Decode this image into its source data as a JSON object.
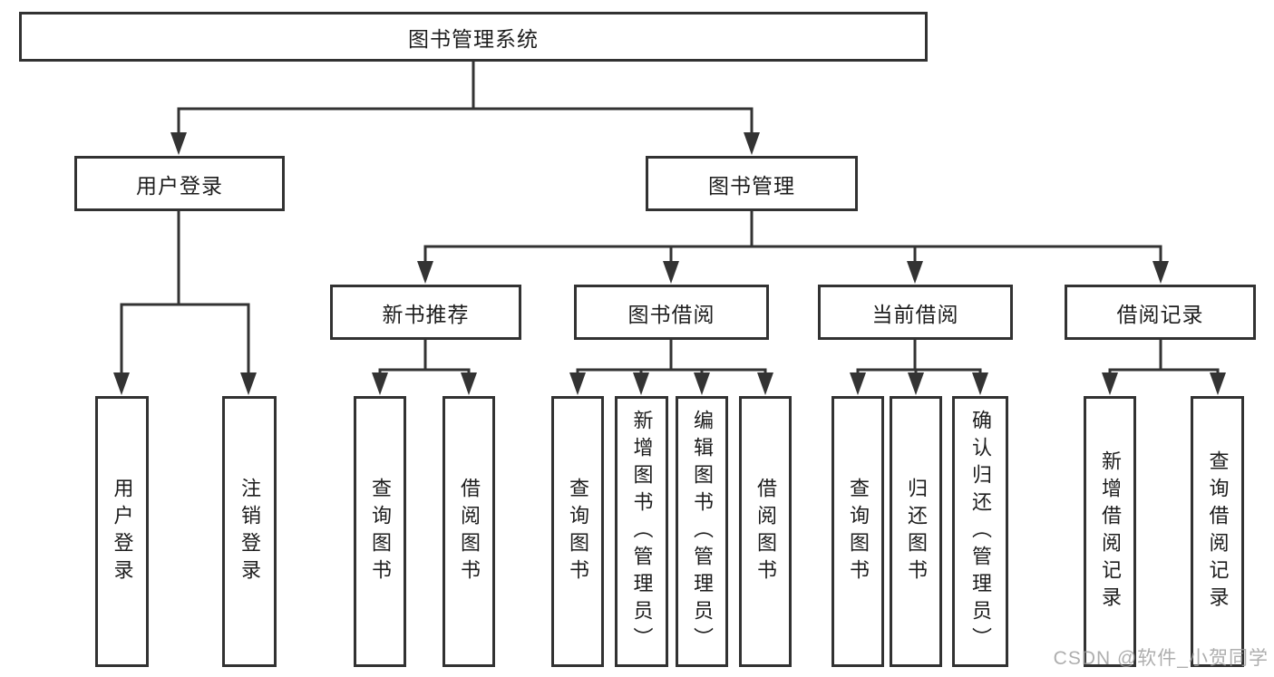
{
  "diagram_title": "图书管理系统",
  "tree": {
    "root": {
      "label": "图书管理系统"
    },
    "level2": [
      {
        "id": "user-login",
        "label": "用户登录"
      },
      {
        "id": "book-management",
        "label": "图书管理"
      }
    ],
    "level3": [
      {
        "id": "new-book-recommend",
        "label": "新书推荐",
        "parent": "book-management"
      },
      {
        "id": "book-borrow",
        "label": "图书借阅",
        "parent": "book-management"
      },
      {
        "id": "current-borrow",
        "label": "当前借阅",
        "parent": "book-management"
      },
      {
        "id": "borrow-records",
        "label": "借阅记录",
        "parent": "book-management"
      }
    ],
    "leaves": [
      {
        "id": "leaf-user-login",
        "label": "用户登录",
        "parent": "user-login"
      },
      {
        "id": "leaf-logout",
        "label": "注销登录",
        "parent": "user-login"
      },
      {
        "id": "leaf-query-book-recommend",
        "label": "查询图书",
        "parent": "new-book-recommend"
      },
      {
        "id": "leaf-borrow-book-recommend",
        "label": "借阅图书",
        "parent": "new-book-recommend"
      },
      {
        "id": "leaf-query-book-borrow",
        "label": "查询图书",
        "parent": "book-borrow"
      },
      {
        "id": "leaf-add-book-admin",
        "label": "新增图书（管理员）",
        "parent": "book-borrow"
      },
      {
        "id": "leaf-edit-book-admin",
        "label": "编辑图书（管理员）",
        "parent": "book-borrow"
      },
      {
        "id": "leaf-borrow-book",
        "label": "借阅图书",
        "parent": "book-borrow"
      },
      {
        "id": "leaf-query-book-current",
        "label": "查询图书",
        "parent": "current-borrow"
      },
      {
        "id": "leaf-return-book",
        "label": "归还图书",
        "parent": "current-borrow"
      },
      {
        "id": "leaf-confirm-return-admin",
        "label": "确认归还（管理员）",
        "parent": "current-borrow"
      },
      {
        "id": "leaf-add-borrow-record",
        "label": "新增借阅记录",
        "parent": "borrow-records"
      },
      {
        "id": "leaf-query-borrow-record",
        "label": "查询借阅记录",
        "parent": "borrow-records"
      }
    ]
  },
  "watermark": {
    "text": "CSDN @软件_小贺同学"
  },
  "colors": {
    "line": "#333333",
    "box_border": "#323232",
    "text": "#1d1d1d",
    "box_background": "#ffffff",
    "page_background": "#ffffff",
    "watermark": "#a8a8a8"
  }
}
